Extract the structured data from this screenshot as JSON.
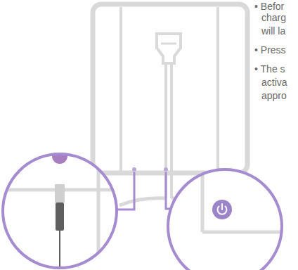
{
  "diagram": {
    "labels": [
      "• Befor",
      "charg",
      "will la",
      "• Press",
      "• The s",
      "activa",
      "appro"
    ]
  }
}
